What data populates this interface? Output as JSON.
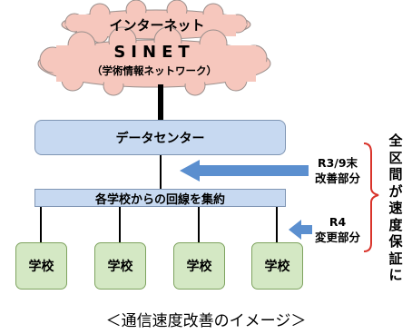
{
  "internet": {
    "label": "インターネット"
  },
  "sinet": {
    "name": "SINET",
    "subtitle": "（学術情報ネットワーク）"
  },
  "data_center": {
    "label": "データセンター"
  },
  "aggregation": {
    "label": "各学校からの回線を集約"
  },
  "schools": [
    "学校",
    "学校",
    "学校",
    "学校"
  ],
  "notes": {
    "r3": {
      "line1": "R3/9末",
      "line2": "改善部分"
    },
    "r4": {
      "line1": "R4",
      "line2": "変更部分"
    }
  },
  "vertical_label": "全区間が速度保証に",
  "caption": "＜通信速度改善のイメージ＞",
  "colors": {
    "cloud_fill": "#f6c7bd",
    "cloud_stroke": "#9a8f8c",
    "box_blue": "#c7d9f1",
    "school_green": "#d4e8c4",
    "arrow_blue": "#5b8fcf",
    "brace_red": "#d9342b"
  }
}
